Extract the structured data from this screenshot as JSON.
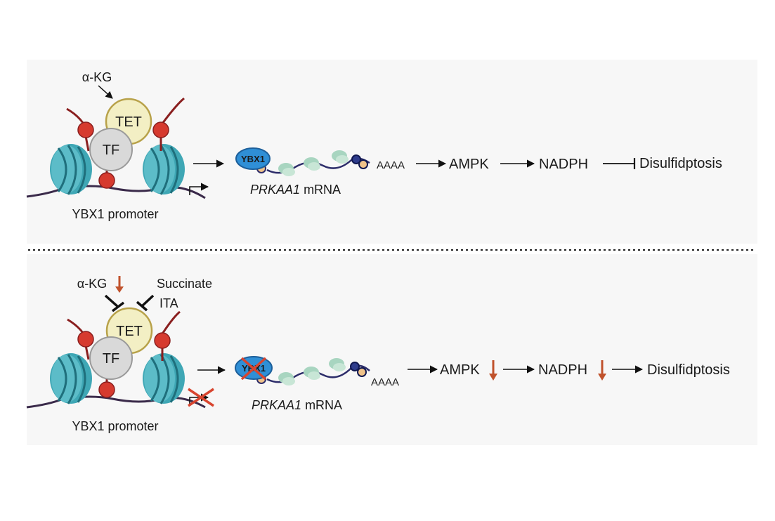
{
  "top_panel": {
    "alpha_kg": "α-KG",
    "tet": "TET",
    "tf": "TF",
    "ybx1_protein": "YBX1",
    "mrna_gene": "PRKAA1",
    "mrna_suffix": "mRNA",
    "poly_a": "AAAA",
    "ampk": "AMPK",
    "nadph": "NADPH",
    "disulfidptosis": "Disulfidptosis",
    "promoter": "YBX1 promoter"
  },
  "bottom_panel": {
    "alpha_kg": "α-KG",
    "succinate": "Succinate",
    "ita": "ITA",
    "tet": "TET",
    "tf": "TF",
    "ybx1_protein": "YBX1",
    "mrna_gene": "PRKAA1",
    "mrna_suffix": "mRNA",
    "poly_a": "AAAA",
    "ampk": "AMPK",
    "nadph": "NADPH",
    "disulfidptosis": "Disulfidptosis",
    "promoter": "YBX1 promoter"
  },
  "colors": {
    "panel_bg": "#f7f7f7",
    "nucleosome": "#3fa7b5",
    "nucleosome_dark": "#2b7f8c",
    "methyl_red": "#d63a2f",
    "tet_fill": "#f3efc4",
    "tet_stroke": "#b8a24a",
    "tf_fill": "#d9d9d9",
    "down_arrow": "#c0522c",
    "ybx1_blue": "#2f8fd6",
    "cross_red": "#d8452f"
  }
}
